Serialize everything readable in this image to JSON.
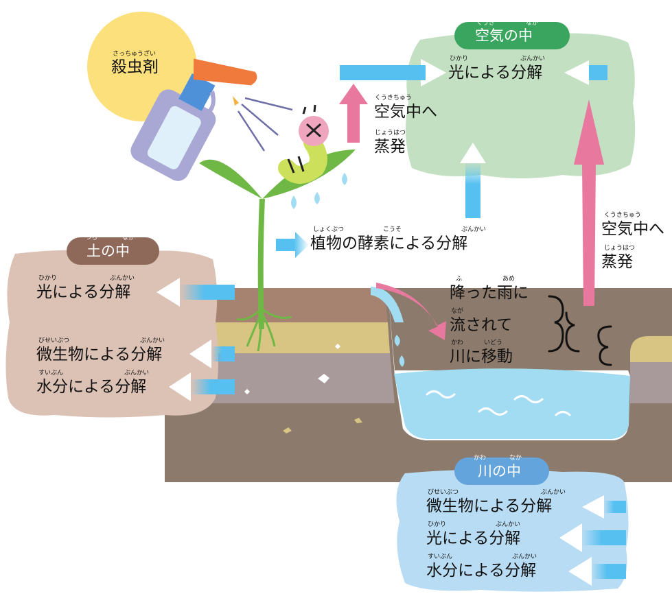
{
  "colors": {
    "air_cloud": "#c3e0c3",
    "air_tag": "#3aa55e",
    "soil_cloud": "#dcc1b5",
    "soil_tag": "#8e6959",
    "river_cloud": "#b8dcf3",
    "river_tag": "#64a4dc",
    "arrow_blue": "#56c0f0",
    "arrow_pink": "#e8789e",
    "sun": "#fbe07c",
    "water": "#a2dcf3"
  },
  "pesticide": {
    "label": "殺虫剤",
    "ruby": "さっちゅうざい",
    "icons": [
      "sun-icon",
      "spray-bottle-icon",
      "worm-icon"
    ]
  },
  "air": {
    "title": "空気の中",
    "title_ruby_1": "くうき",
    "title_ruby_2": "なか",
    "light": "光による分解",
    "light_ruby_1": "ひかり",
    "light_ruby_2": "ぶんかい"
  },
  "evap_left": {
    "line1": "空気中へ",
    "line1_ruby": "くうきちゅう",
    "line2": "蒸発",
    "line2_ruby": "じょうはつ"
  },
  "evap_right": {
    "line1": "空気中へ",
    "line1_ruby": "くうきちゅう",
    "line2": "蒸発",
    "line2_ruby": "じょうはつ"
  },
  "plant": {
    "text": "植物の酵素による分解",
    "ruby_1": "しょくぶつ",
    "ruby_2": "こうそ",
    "ruby_3": "ぶんかい"
  },
  "soil": {
    "title": "土の中",
    "title_ruby_1": "つち",
    "title_ruby_2": "なか",
    "items": [
      {
        "label": "光による分解",
        "ruby_1": "ひかり",
        "ruby_2": "ぶんかい"
      },
      {
        "label": "微生物による分解",
        "ruby_1": "びせいぶつ",
        "ruby_2": "ぶんかい"
      },
      {
        "label": "水分による分解",
        "ruby_1": "すいぶん",
        "ruby_2": "ぶんかい"
      }
    ]
  },
  "rain": {
    "line1": "降った雨に",
    "line1_ruby_1": "ふ",
    "line1_ruby_2": "あめ",
    "line2": "流されて",
    "line2_ruby": "なが",
    "line3": "川に移動",
    "line3_ruby_1": "かわ",
    "line3_ruby_2": "いどう"
  },
  "river": {
    "title": "川の中",
    "title_ruby_1": "かわ",
    "title_ruby_2": "なか",
    "items": [
      {
        "label": "微生物による分解",
        "ruby_1": "びせいぶつ",
        "ruby_2": "ぶんかい"
      },
      {
        "label": "光による分解",
        "ruby_1": "ひかり",
        "ruby_2": "ぶんかい"
      },
      {
        "label": "水分による分解",
        "ruby_1": "すいぶん",
        "ruby_2": "ぶんかい"
      }
    ]
  }
}
